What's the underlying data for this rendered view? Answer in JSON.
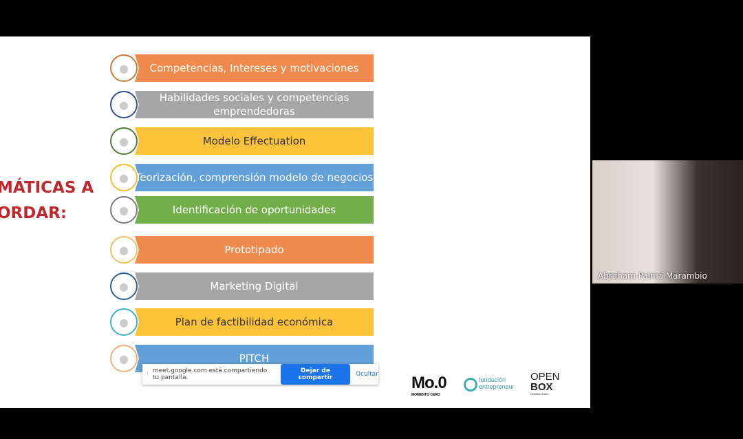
{
  "slide": {
    "heading_lines": [
      "MÁTICAS A",
      "ORDAR:"
    ],
    "items": [
      {
        "label": "Competencias, Intereses y motivaciones",
        "color": "#ed8a4c",
        "ring": "#d07a3a",
        "icon": "head-gears-icon"
      },
      {
        "label": "Habilidades sociales y competencias emprendedoras",
        "color": "#a6a6a6",
        "ring": "#2f4f8f",
        "icon": "network-icon"
      },
      {
        "label": "Modelo Effectuation",
        "color": "#fcc33a",
        "ring": "#4f7a3a",
        "icon": "target-icon",
        "dark": true
      },
      {
        "label": "Teorización, comprensión modelo de negocios",
        "color": "#63a0d8",
        "ring": "#f0c030",
        "icon": "easel-icon"
      },
      {
        "label": "Identificación de oportunidades",
        "color": "#72ae4a",
        "ring": "#7a7a7a",
        "icon": "magnifier-icon"
      },
      {
        "label": "Prototipado",
        "color": "#ed8a4c",
        "ring": "#f0c060",
        "icon": "prototype-icon"
      },
      {
        "label": "Marketing Digital",
        "color": "#a6a6a6",
        "ring": "#2f5f8f",
        "icon": "people-icon"
      },
      {
        "label": "Plan de factibilidad económica",
        "color": "#fcc33a",
        "ring": "#3fb0c0",
        "icon": "piggy-bank-icon",
        "dark": true
      },
      {
        "label": "PITCH",
        "color": "#63a0d8",
        "ring": "#f0b080",
        "icon": "speaker-icon"
      }
    ],
    "logos": {
      "mo0": "Mo.0",
      "mo0_sub": "MOMENTO CERO",
      "fundacion": "fundación",
      "entrepreneur": "entrepreneur",
      "open": "OPEN",
      "box": "BOX",
      "consulting": "CONSULTING"
    }
  },
  "sharebar": {
    "message": "meet.google.com está compartiendo tu pantalla.",
    "stop_label": "Dejar de compartir",
    "hide_label": "Ocultar"
  },
  "participant": {
    "name": "Abraham Palma Marambio"
  }
}
